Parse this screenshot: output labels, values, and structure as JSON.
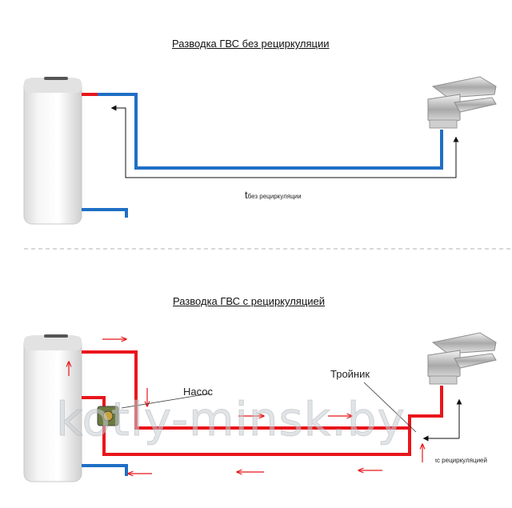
{
  "diagram1": {
    "title": "Разводка ГВС без рециркуляции",
    "t_main": "t",
    "t_sub": "без рециркуляции"
  },
  "diagram2": {
    "title": "Разводка ГВС с рециркуляцией",
    "pump_label": "Насос",
    "tee_label": "Тройник",
    "t_main": "t",
    "t_sub": "с рециркуляцией"
  },
  "watermark": "kotly-minsk.by",
  "colors": {
    "hot_pipe": "#e8161b",
    "cold_pipe": "#1f6fc5",
    "divider": "#b0b0b0",
    "arrow": "#111111"
  }
}
